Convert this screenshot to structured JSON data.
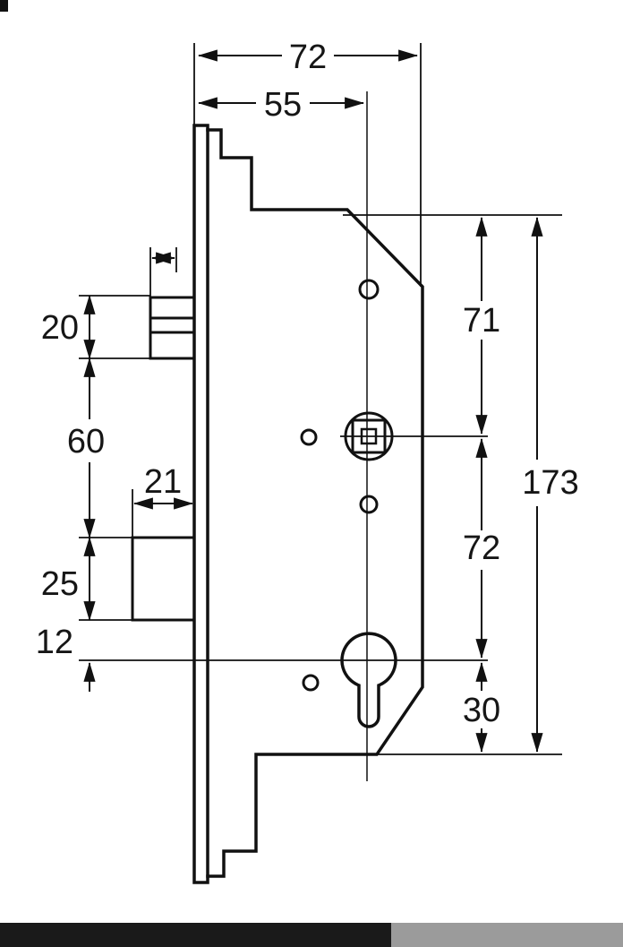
{
  "diagram": {
    "type": "technical-drawing",
    "subject": "lock-case-side-view",
    "colors": {
      "line": "#111111",
      "background": "#ffffff",
      "footer_bar_left": "#1a1a1a",
      "footer_bar_right": "#9b9b9b"
    },
    "dimensions": {
      "total_width": "72",
      "backset": "55",
      "latch_height": "20",
      "latch_to_deadbolt": "60",
      "deadbolt_throw": "21",
      "deadbolt_height": "25",
      "deadbolt_to_cylinder_axis": "12",
      "top_to_spindle_axis": "71",
      "spindle_to_cylinder_axis": "72",
      "cylinder_axis_to_bottom": "30",
      "total_height": "173"
    }
  }
}
